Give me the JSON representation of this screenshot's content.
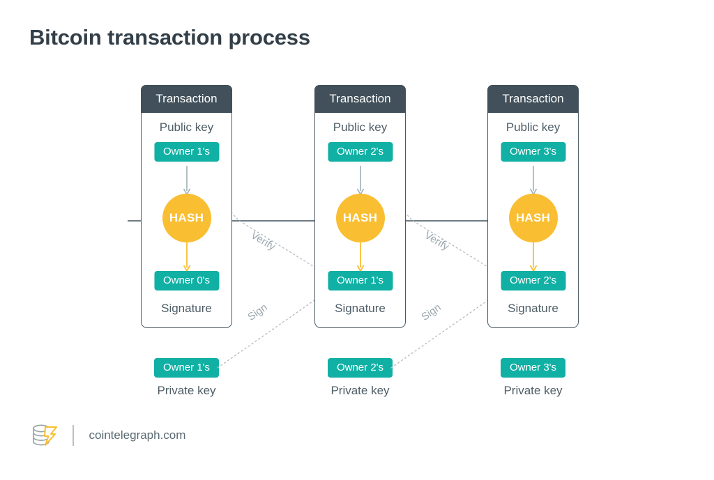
{
  "title": "Bitcoin transaction process",
  "labels": {
    "transaction": "Transaction",
    "public_key": "Public key",
    "signature": "Signature",
    "private_key": "Private key",
    "hash": "HASH",
    "verify": "Verify",
    "sign": "Sign"
  },
  "colors": {
    "header_dark": "#41505a",
    "card_border": "#4a5a64",
    "badge_teal": "#10b0a4",
    "hash_amber": "#f9be32",
    "text_gray": "#4e5d66",
    "dotted_gray": "#b7c0c6",
    "title_dark": "#333f48"
  },
  "transactions": [
    {
      "header": "Transaction",
      "public_key_label": "Public key",
      "public_key_owner": "Owner 1's",
      "hash": "HASH",
      "signature_owner": "Owner 0's",
      "signature_label": "Signature"
    },
    {
      "header": "Transaction",
      "public_key_label": "Public key",
      "public_key_owner": "Owner 2's",
      "hash": "HASH",
      "signature_owner": "Owner 1's",
      "signature_label": "Signature"
    },
    {
      "header": "Transaction",
      "public_key_label": "Public key",
      "public_key_owner": "Owner 3's",
      "hash": "HASH",
      "signature_owner": "Owner 2's",
      "signature_label": "Signature"
    }
  ],
  "private_keys": [
    {
      "owner": "Owner 1's",
      "label": "Private key"
    },
    {
      "owner": "Owner 2's",
      "label": "Private key"
    },
    {
      "owner": "Owner 3's",
      "label": "Private key"
    }
  ],
  "flow_labels": [
    {
      "text": "Verify"
    },
    {
      "text": "Sign"
    },
    {
      "text": "Verify"
    },
    {
      "text": "Sign"
    }
  ],
  "footer": {
    "site": "cointelegraph.com",
    "logo_name": "cointelegraph-logo"
  }
}
